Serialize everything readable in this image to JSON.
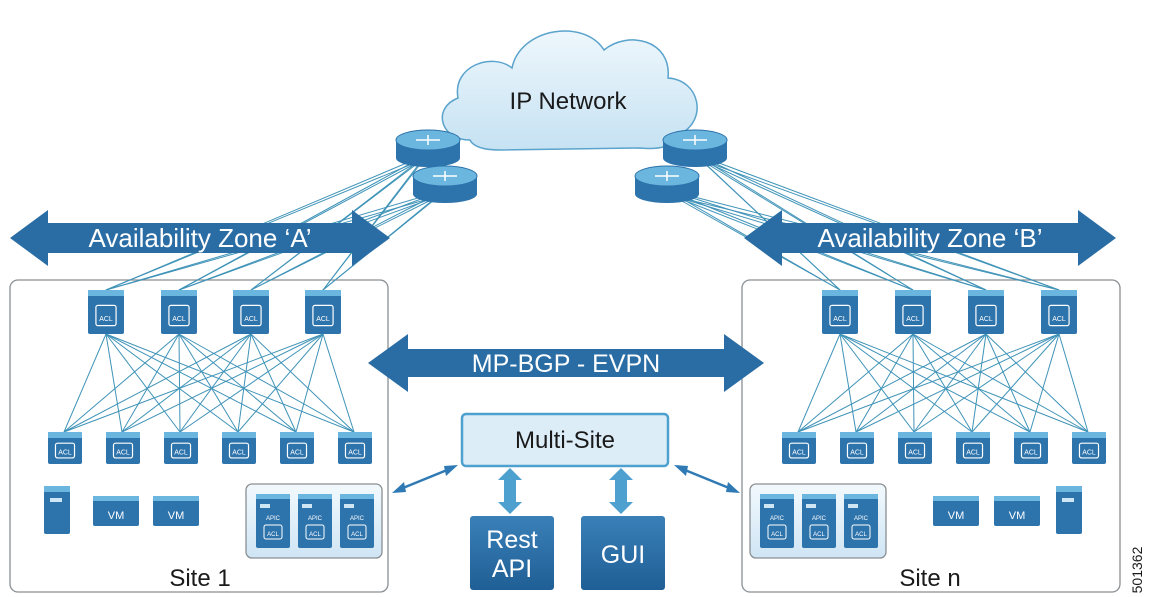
{
  "cloud": {
    "label": "IP Network"
  },
  "zones": {
    "a": "Availability Zone ‘A’",
    "b": "Availability Zone ‘B’"
  },
  "interconnect": {
    "label": "MP-BGP - EVPN"
  },
  "controller": {
    "label": "Multi-Site"
  },
  "clients": {
    "rest_line1": "Rest",
    "rest_line2": "API",
    "gui": "GUI"
  },
  "sites": {
    "site1": "Site 1",
    "siten": "Site n"
  },
  "device_labels": {
    "acl": "ACL",
    "vm": "VM",
    "apic": "APIC"
  },
  "figure_id": "501362",
  "colors": {
    "arrow_blue": "#2a6da4",
    "link_line": "#3f93b8",
    "device_top": "#6ab6de",
    "device_front": "#2d73ac",
    "cloud_fill": "#d9edf8",
    "panel_fill": "#dcedf8",
    "client_fill": "#2c6ea6"
  }
}
